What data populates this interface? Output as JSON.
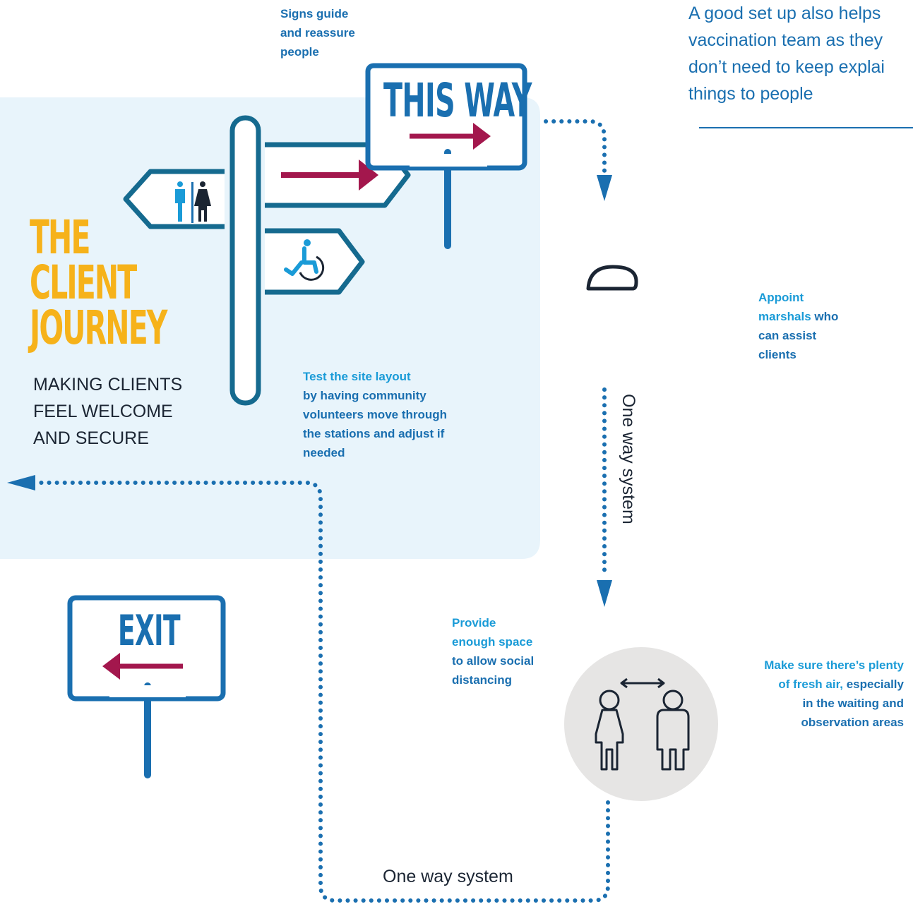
{
  "title": {
    "line1": "THE",
    "line2": "CLIENT",
    "line3": "JOURNEY"
  },
  "subtitle": {
    "line1": "MAKING CLIENTS",
    "line2": "FEEL WELCOME",
    "line3": "AND SECURE"
  },
  "aside": {
    "line1": "A good set up also helps",
    "line2": "vaccination team as they",
    "line3": "don’t need to keep explai",
    "line4": "things to people"
  },
  "signs": {
    "this_way": "THIS WAY",
    "exit": "EXIT"
  },
  "notes": {
    "signs_guide": {
      "line1": "Signs guide",
      "line2": "and reassure",
      "line3": "people"
    },
    "test_layout": {
      "highlight": "Test the site layout",
      "line2": "by having community",
      "line3": "volunteers move through",
      "line4": "the stations and adjust if",
      "line5": "needed"
    },
    "marshals": {
      "highlight1": "Appoint",
      "highlight2": "marshals",
      "rest2": " who",
      "line3": "can assist",
      "line4": "clients"
    },
    "space": {
      "highlight1": "Provide",
      "highlight2": "enough space",
      "line3": "to allow social",
      "line4": "distancing"
    },
    "fresh_air": {
      "highlight1": "Make sure there’s plenty",
      "highlight2": "of fresh air,",
      "rest2": " especially",
      "line3": "in the waiting and",
      "line4": "observation areas"
    }
  },
  "flow": {
    "one_way_vertical": "One way system",
    "one_way_horizontal": "One way system"
  },
  "icons": [
    "restroom-icon",
    "wheelchair-icon",
    "social-distancing-icon",
    "arrow-right-icon",
    "arrow-left-icon"
  ],
  "colors": {
    "primary_blue": "#1a6fb0",
    "teal": "#156a8f",
    "light_blue": "#1a9bd7",
    "crimson": "#a3174d",
    "yellow": "#f6b21a",
    "panel": "#e8f4fb",
    "grey_circle": "#e6e5e4",
    "dark": "#1b2533"
  }
}
